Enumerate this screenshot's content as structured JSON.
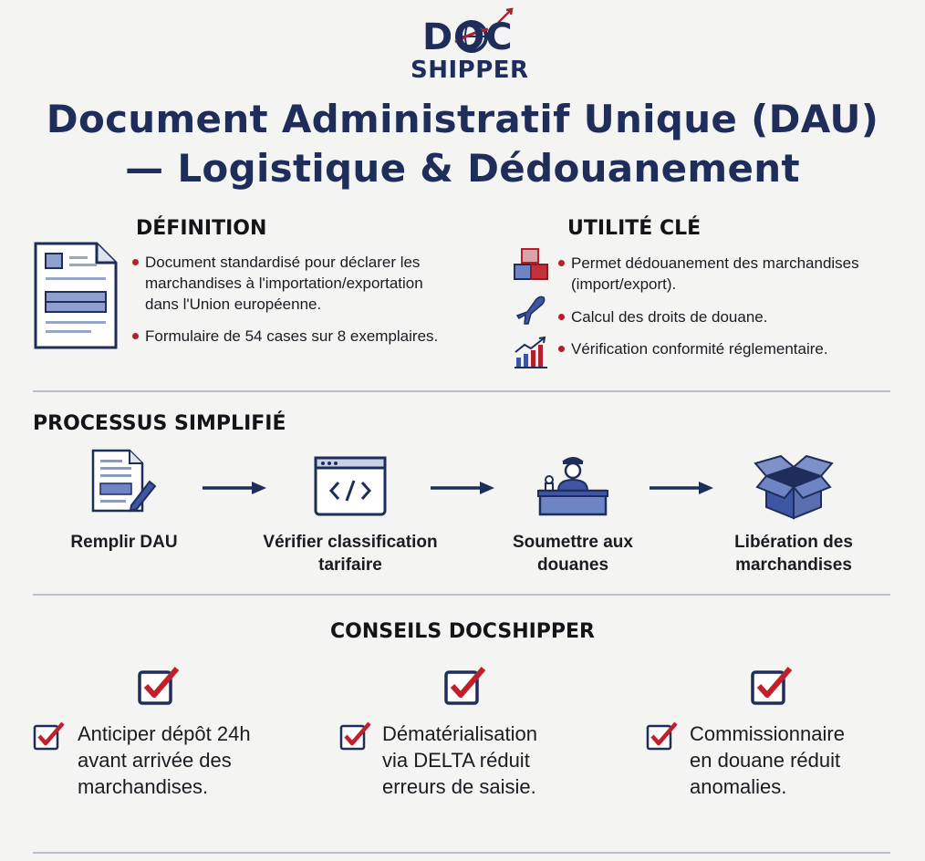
{
  "logo": {
    "top": "DOC",
    "bottom": "SHIPPER"
  },
  "title": {
    "line1": "Document Administratif Unique (DAU)",
    "line2": "— Logistique & Dédouanement"
  },
  "definition": {
    "heading": "DÉFINITION",
    "bullets": [
      {
        "lines": [
          "Document standardisé pour déclarer les",
          "marchandises à l'importation/exportation",
          "dans l'Union européenne."
        ]
      },
      {
        "lines": [
          "Formulaire de 54 cases sur 8 exemplaires."
        ]
      }
    ]
  },
  "utility": {
    "heading": "UTILITÉ CLÉ",
    "bullets": [
      {
        "lines": [
          "Permet dédouanement des marchandises",
          "(import/export)."
        ],
        "icon": "boxes-icon"
      },
      {
        "lines": [
          "Calcul des droits de douane."
        ],
        "icon": "airplane-icon"
      },
      {
        "lines": [
          "Vérification conformité réglementaire."
        ],
        "icon": "growth-chart-icon"
      }
    ]
  },
  "process": {
    "heading": "PROCESSUS SIMPLIFIÉ",
    "steps": [
      {
        "lines": [
          "Remplir DAU"
        ],
        "icon": "form-pen-icon"
      },
      {
        "lines": [
          "Vérifier classification",
          "tarifaire"
        ],
        "icon": "code-window-icon"
      },
      {
        "lines": [
          "Soumettre aux",
          "douanes"
        ],
        "icon": "customs-officer-icon"
      },
      {
        "lines": [
          "Libération des",
          "marchandises"
        ],
        "icon": "open-box-icon"
      }
    ]
  },
  "tips": {
    "heading": "CONSEILS DOCSHIPPER",
    "items": [
      {
        "lines": [
          "Anticiper dépôt 24h",
          "avant arrivée des",
          "marchandises."
        ]
      },
      {
        "lines": [
          "Dématérialisation",
          "via DELTA réduit",
          "erreurs de saisie."
        ]
      },
      {
        "lines": [
          "Commissionnaire",
          "en douane réduit",
          "anomalies."
        ]
      }
    ]
  },
  "colors": {
    "navy": "#1e2d59",
    "red": "#b51f2b",
    "background": "#f4f4f2",
    "accent_blue": "#5a6fb0"
  }
}
